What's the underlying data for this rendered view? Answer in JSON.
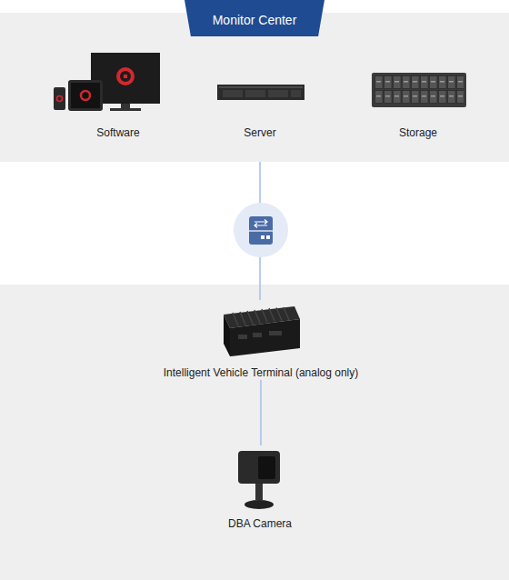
{
  "diagram": {
    "nodes": [
      {
        "text": [
          "Monitor Center"
        ]
      },
      {
        "text": [
          "Software"
        ],
        "in": 0
      },
      {
        "text": [
          "Server"
        ],
        "in": 0
      },
      {
        "text": [
          "Storage"
        ],
        "in": 0
      },
      {
        "text": [
          "Intelligent Vehicle Terminal (analog only)"
        ]
      },
      {
        "text": [
          "DBA Camera"
        ]
      }
    ],
    "edges": [
      {
        "from": 2,
        "to": 4,
        "arrow": "none"
      },
      {
        "from": 4,
        "to": 5,
        "arrow": "none"
      }
    ]
  }
}
